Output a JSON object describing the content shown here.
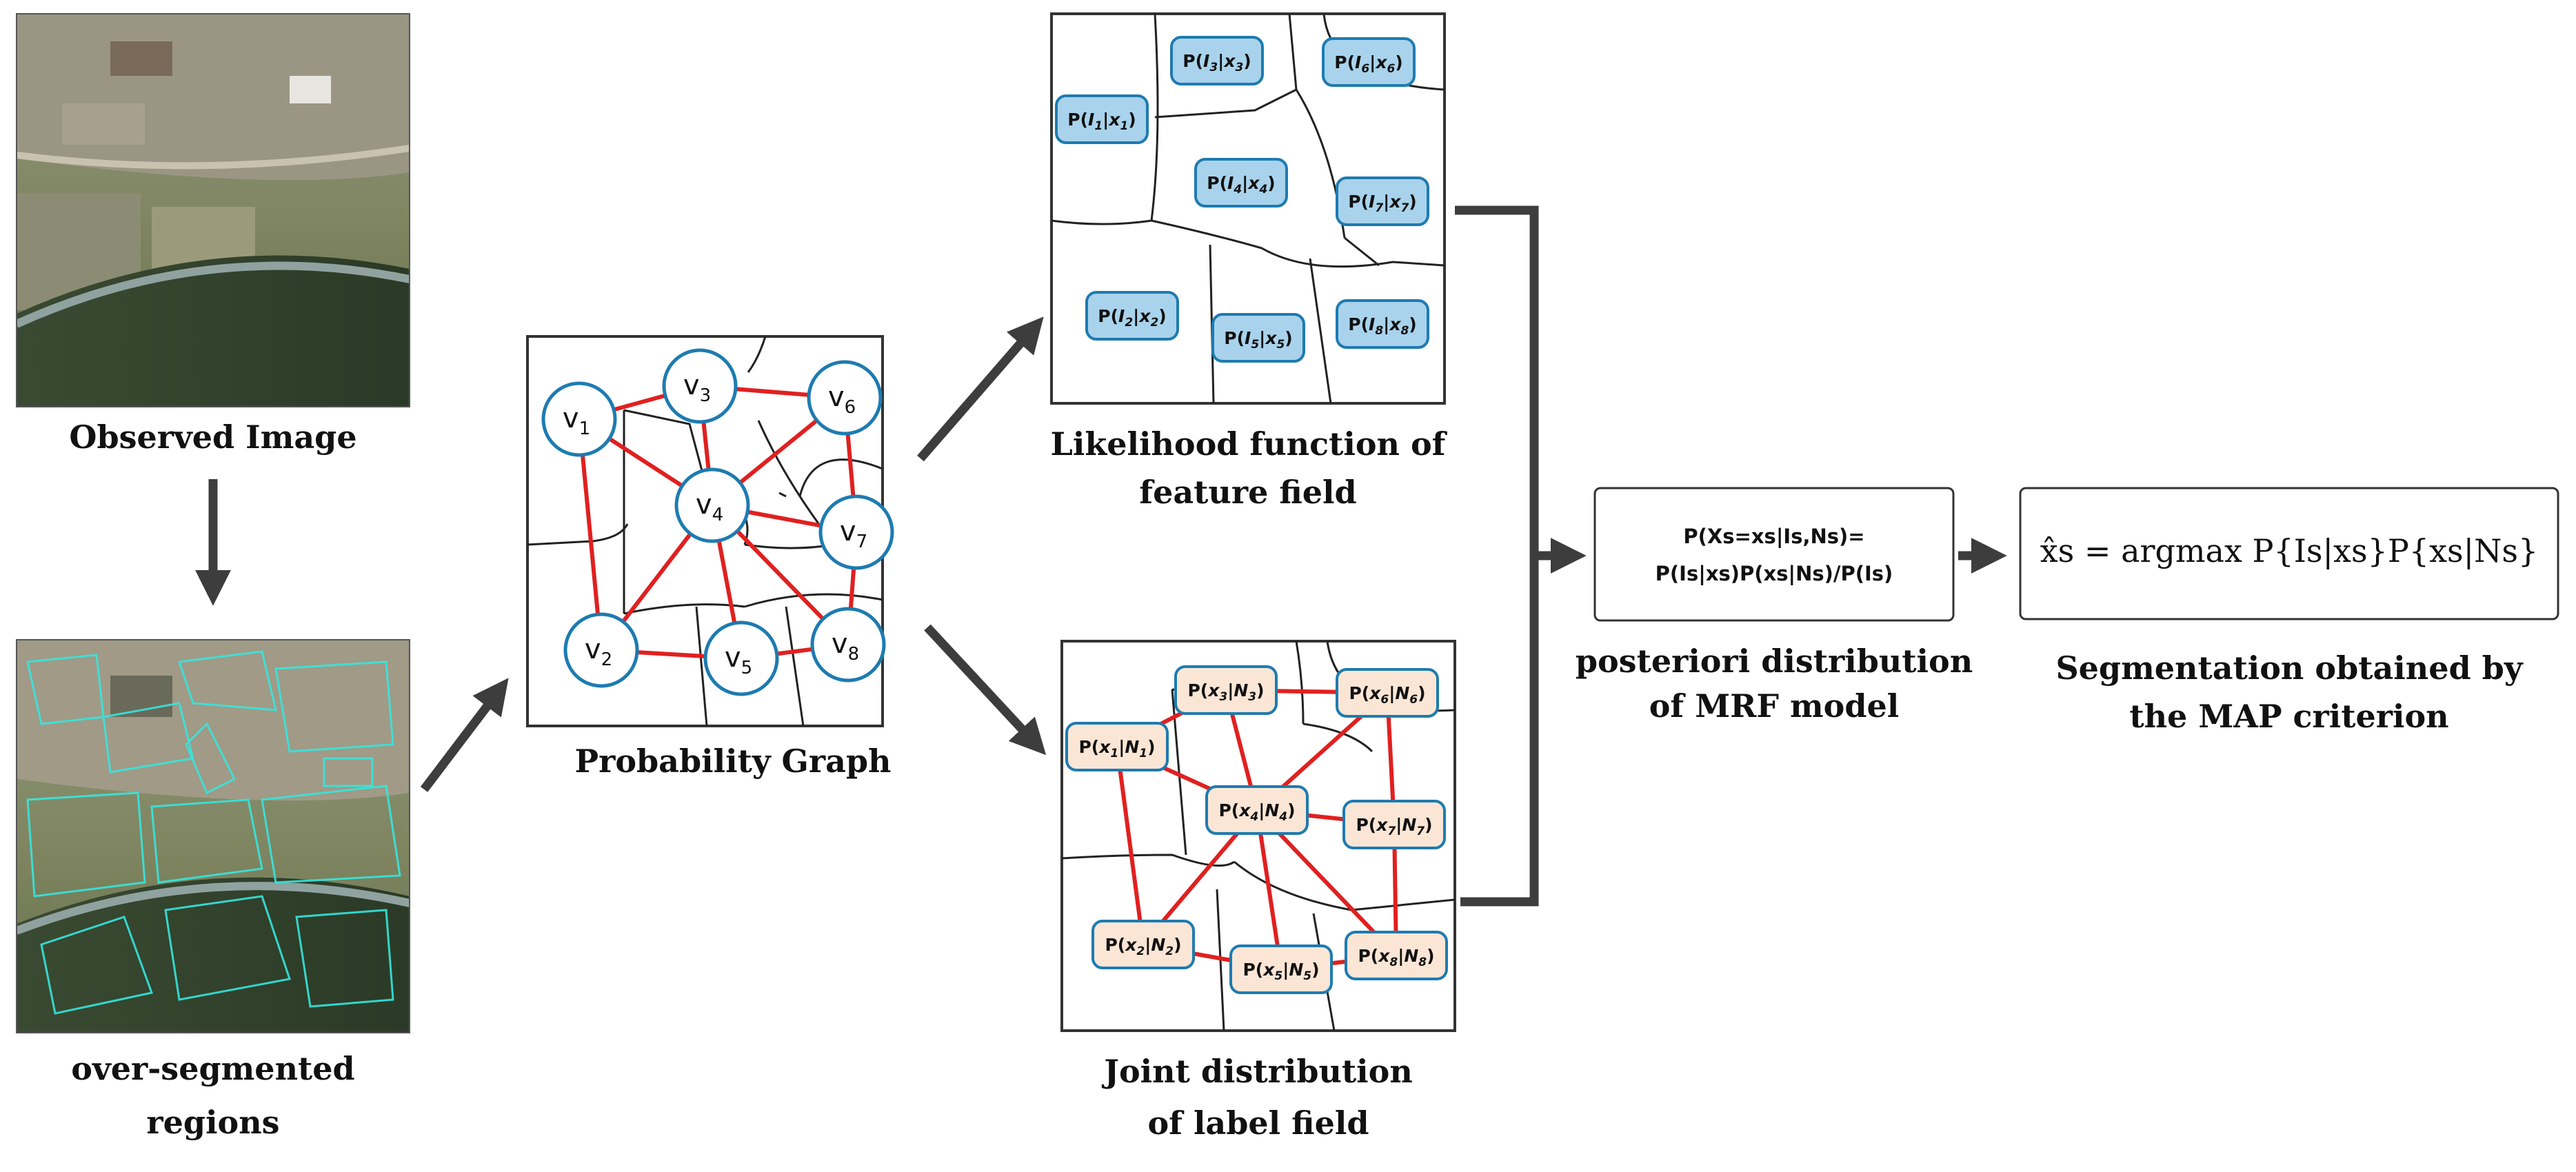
{
  "colors": {
    "node_stroke": "#1e7bb0",
    "edge": "#e02020",
    "likelihood_node_fill": "#a9d3ec",
    "label_node_fill": "#fbe6d5",
    "arrow": "#3d3d3d"
  },
  "images": {
    "observed_caption": "Observed Image",
    "segmented_caption": [
      "over-segmented",
      "regions"
    ]
  },
  "graph": {
    "caption": "Probability Graph",
    "nodes": [
      {
        "id": "v1",
        "letter": "v",
        "sub": "1"
      },
      {
        "id": "v2",
        "letter": "v",
        "sub": "2"
      },
      {
        "id": "v3",
        "letter": "v",
        "sub": "3"
      },
      {
        "id": "v4",
        "letter": "v",
        "sub": "4"
      },
      {
        "id": "v5",
        "letter": "v",
        "sub": "5"
      },
      {
        "id": "v6",
        "letter": "v",
        "sub": "6"
      },
      {
        "id": "v7",
        "letter": "v",
        "sub": "7"
      },
      {
        "id": "v8",
        "letter": "v",
        "sub": "8"
      }
    ],
    "edges": [
      [
        "v1",
        "v3"
      ],
      [
        "v1",
        "v4"
      ],
      [
        "v1",
        "v2"
      ],
      [
        "v3",
        "v4"
      ],
      [
        "v3",
        "v6"
      ],
      [
        "v6",
        "v4"
      ],
      [
        "v6",
        "v7"
      ],
      [
        "v4",
        "v7"
      ],
      [
        "v4",
        "v2"
      ],
      [
        "v4",
        "v5"
      ],
      [
        "v4",
        "v8"
      ],
      [
        "v7",
        "v8"
      ],
      [
        "v2",
        "v5"
      ],
      [
        "v5",
        "v8"
      ]
    ]
  },
  "likelihood": {
    "caption": [
      "Likelihood function of",
      "feature field"
    ],
    "nodes": [
      {
        "id": "1",
        "sub_i": "1",
        "sub_x": "1"
      },
      {
        "id": "2",
        "sub_i": "2",
        "sub_x": "2"
      },
      {
        "id": "3",
        "sub_i": "3",
        "sub_x": "3"
      },
      {
        "id": "4",
        "sub_i": "4",
        "sub_x": "4"
      },
      {
        "id": "5",
        "sub_i": "5",
        "sub_x": "5"
      },
      {
        "id": "6",
        "sub_i": "6",
        "sub_x": "6"
      },
      {
        "id": "7",
        "sub_i": "7",
        "sub_x": "7"
      },
      {
        "id": "8",
        "sub_i": "8",
        "sub_x": "8"
      }
    ]
  },
  "joint": {
    "caption": [
      "Joint distribution",
      "of label field"
    ],
    "nodes": [
      {
        "id": "1",
        "sub": "1"
      },
      {
        "id": "2",
        "sub": "2"
      },
      {
        "id": "3",
        "sub": "3"
      },
      {
        "id": "4",
        "sub": "4"
      },
      {
        "id": "5",
        "sub": "5"
      },
      {
        "id": "6",
        "sub": "6"
      },
      {
        "id": "7",
        "sub": "7"
      },
      {
        "id": "8",
        "sub": "8"
      }
    ],
    "edges": [
      [
        "1",
        "3"
      ],
      [
        "1",
        "4"
      ],
      [
        "1",
        "2"
      ],
      [
        "3",
        "4"
      ],
      [
        "3",
        "6"
      ],
      [
        "6",
        "4"
      ],
      [
        "6",
        "7"
      ],
      [
        "4",
        "7"
      ],
      [
        "4",
        "2"
      ],
      [
        "4",
        "5"
      ],
      [
        "4",
        "8"
      ],
      [
        "7",
        "8"
      ],
      [
        "2",
        "5"
      ],
      [
        "5",
        "8"
      ]
    ]
  },
  "posterior": {
    "formula_line1": "P(Xs=xs|Is,Ns)=",
    "formula_line2": "P(Is|xs)P(xs|Ns)/P(Is)",
    "caption": [
      "posteriori distribution",
      "of MRF model"
    ]
  },
  "map": {
    "formula": "x̂s = argmax P{Is|xs}P{xs|Ns}",
    "caption": [
      "Segmentation obtained by",
      "the MAP criterion"
    ]
  }
}
